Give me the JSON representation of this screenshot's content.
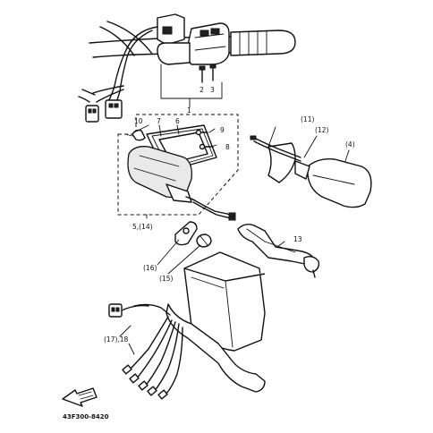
{
  "labels": {
    "p1": "1",
    "p2": "2",
    "p3": "3",
    "p4": "(4)",
    "p5": "5,(14)",
    "p6": "6",
    "p7": "7",
    "p8": "8",
    "p9": "9",
    "p10": "10",
    "p11": "(11)",
    "p12": "(12)",
    "p13": "13",
    "p15": "(15)",
    "p16": "(16)",
    "p17": "(17),18"
  },
  "code": "43F300-8420"
}
